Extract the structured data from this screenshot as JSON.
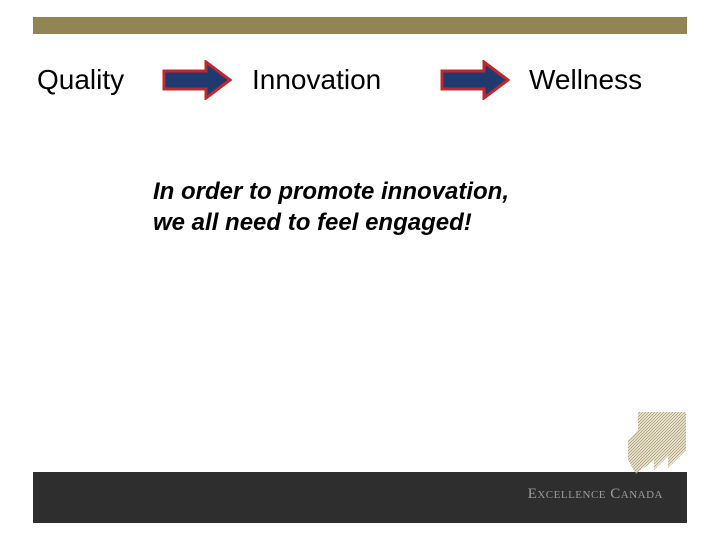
{
  "colors": {
    "top_bar": "#938455",
    "footer_bar": "#2e2e2e",
    "arrow_fill": "#1f3a6e",
    "arrow_outline": "#c0282d",
    "brand_text": "#9c9c9c",
    "logo_mark": "#b5a77a"
  },
  "flow": {
    "step1": "Quality",
    "step2": "Innovation",
    "step3": "Wellness",
    "arrow_icon": "right-arrow-icon"
  },
  "message": {
    "line1": "In order to promote innovation,",
    "line2": "we all need to feel engaged!"
  },
  "footer": {
    "brand": "Excellence Canada",
    "logo_icon": "excellence-canada-logo-icon"
  }
}
